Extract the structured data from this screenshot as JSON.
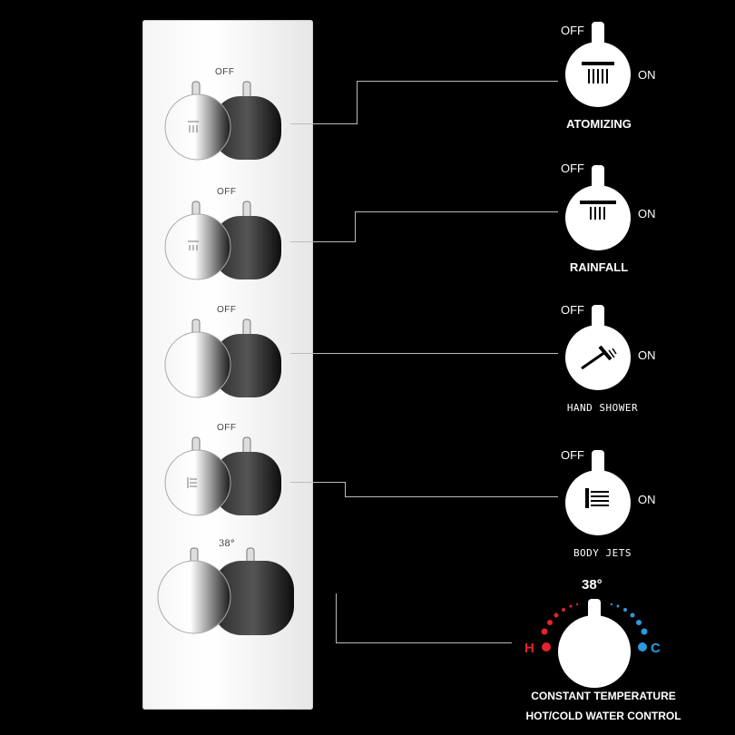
{
  "plate": {
    "off_labels": [
      "OFF",
      "OFF",
      "OFF",
      "OFF"
    ],
    "temp_label": "38°"
  },
  "callouts": [
    {
      "off": "OFF",
      "on": "ON",
      "label": "ATOMIZING",
      "icon": "atomizing-shower-icon"
    },
    {
      "off": "OFF",
      "on": "ON",
      "label": "RAINFALL",
      "icon": "rainfall-shower-icon"
    },
    {
      "off": "OFF",
      "on": "ON",
      "label": "HAND SHOWER",
      "icon": "hand-shower-icon"
    },
    {
      "off": "OFF",
      "on": "ON",
      "label": "BODY JETS",
      "icon": "body-jets-icon"
    }
  ],
  "thermostat": {
    "temp": "38°",
    "hot": "H",
    "cold": "C",
    "label_line1": "CONSTANT TEMPERATURE",
    "label_line2": "HOT/COLD WATER CONTROL",
    "hot_color": "#e3252b",
    "cold_color": "#2a9be0"
  }
}
